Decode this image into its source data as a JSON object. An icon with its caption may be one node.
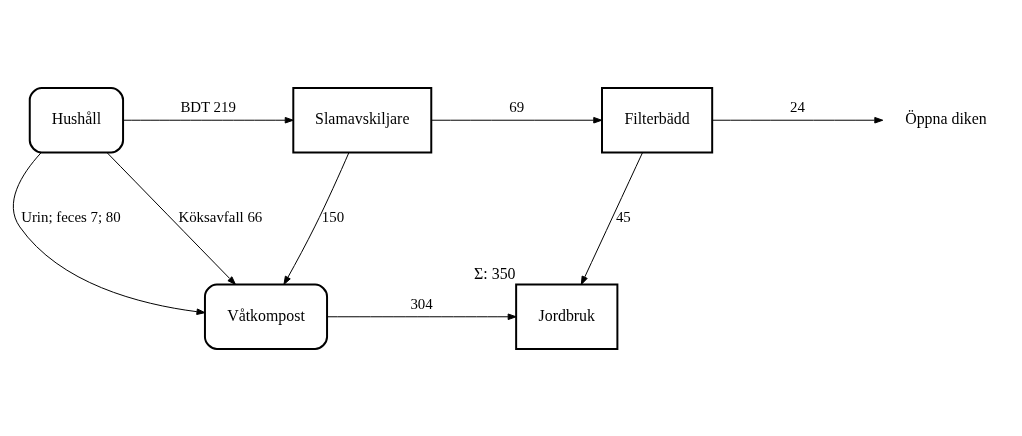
{
  "diagram": {
    "nodes": [
      {
        "text": [
          "Hushåll"
        ]
      },
      {
        "text": [
          "Slamavskiljare"
        ]
      },
      {
        "text": [
          "Filterbädd"
        ]
      },
      {
        "text": [
          "Öppna diken"
        ]
      },
      {
        "text": [
          "Våtkompost"
        ]
      },
      {
        "text": [
          "Jordbruk"
        ],
        "beside": [
          "Σ: 350"
        ]
      }
    ],
    "edges": [
      {
        "from": 0,
        "to": 1,
        "arrow": "to",
        "label": "BDT 219"
      },
      {
        "from": 1,
        "to": 2,
        "arrow": "to",
        "label": "69"
      },
      {
        "from": 2,
        "to": 3,
        "arrow": "to",
        "label": "24"
      },
      {
        "from": 0,
        "to": 4,
        "arrow": "to",
        "label": "Urin; feces 7; 80"
      },
      {
        "from": 0,
        "to": 4,
        "arrow": "to",
        "label": "Köksavfall 66"
      },
      {
        "from": 1,
        "to": 4,
        "arrow": "to",
        "label": "150"
      },
      {
        "from": 2,
        "to": 5,
        "arrow": "to",
        "label": "45"
      },
      {
        "from": 4,
        "to": 5,
        "arrow": "to",
        "label": "304"
      }
    ]
  }
}
